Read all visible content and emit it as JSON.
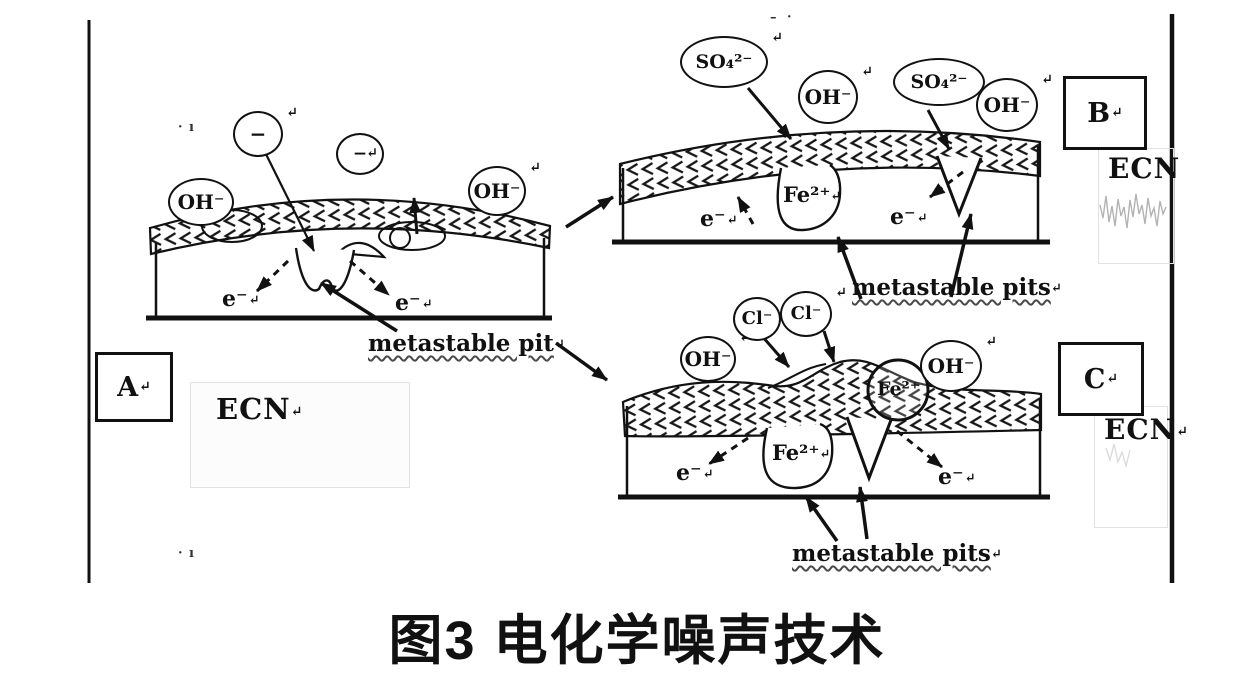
{
  "figure": {
    "caption": "图3 电化学噪声技术"
  },
  "labels": {
    "ecn": "ECN",
    "electron": "e⁻",
    "metastable_pit": "metastable pit",
    "metastable_pits": "metastable pits",
    "return_mark": "↵"
  },
  "panels": {
    "a": {
      "tag": "A",
      "ions": {
        "anion1": "−",
        "anion2": "−",
        "oh_left": "OH⁻",
        "oh_right": "OH⁻"
      }
    },
    "b": {
      "tag": "B",
      "ions": {
        "so4_left": "SO₄²⁻",
        "oh_mid": "OH⁻",
        "so4_right": "SO₄²⁻",
        "oh_right": "OH⁻",
        "fe_pit": "Fe²⁺"
      }
    },
    "c": {
      "tag": "C",
      "ions": {
        "oh_left": "OH⁻",
        "cl_1": "Cl⁻",
        "cl_2": "Cl⁻",
        "oh_right": "OH⁻",
        "fe_surface": "Fe²⁺",
        "fe_pit": "Fe²⁺"
      }
    }
  },
  "artifacts": {
    "mark_top": "– ·",
    "mark_left_upper": "· ı",
    "mark_left_lower": "· ı"
  }
}
